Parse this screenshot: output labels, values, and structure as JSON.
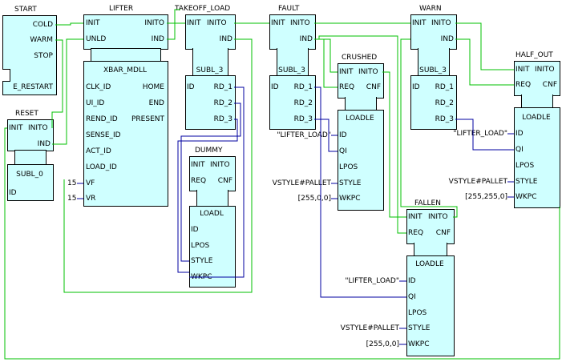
{
  "blocks": {
    "start": {
      "name": "START",
      "outputs": [
        "COLD",
        "WARM",
        "STOP",
        "E_RESTART"
      ]
    },
    "reset": {
      "name": "RESET",
      "inputs": [
        "INIT"
      ],
      "outputs": [
        "INITO",
        "IND"
      ],
      "type": "SUBL_0",
      "data_inputs": [
        "ID"
      ]
    },
    "lifter": {
      "name": "LIFTER",
      "event_in": [
        "INIT",
        "UNLD"
      ],
      "event_out": [
        "INITO",
        "IND"
      ],
      "type": "XBAR_MDLL",
      "data_in": [
        "CLK_ID",
        "UI_ID",
        "REND_ID",
        "SENSE_ID",
        "ACT_ID",
        "LOAD_ID",
        "VF",
        "VR"
      ],
      "data_out": [
        "HOME",
        "END",
        "PRESENT"
      ],
      "vf_value": "15",
      "vr_value": "15"
    },
    "takeoff": {
      "name": "TAKEOFF_LOAD",
      "event_in": "INIT",
      "event_out": [
        "INITO",
        "IND"
      ],
      "type": "SUBL_3",
      "data_in": [
        "ID"
      ],
      "data_out": [
        "RD_1",
        "RD_2",
        "RD_3"
      ]
    },
    "dummy": {
      "name": "DUMMY",
      "event_in": [
        "INIT",
        "REQ"
      ],
      "event_out": [
        "INITO",
        "CNF"
      ],
      "type": "LOADL",
      "data_in": [
        "ID",
        "LPOS",
        "STYLE",
        "WKPC"
      ]
    },
    "fault": {
      "name": "FAULT",
      "event_in": "INIT",
      "event_out": [
        "INITO",
        "IND"
      ],
      "type": "SUBL_3",
      "data_in": [
        "ID"
      ],
      "data_out": [
        "RD_1",
        "RD_2",
        "RD_3"
      ]
    },
    "crushed": {
      "name": "CRUSHED",
      "event_in": [
        "INIT",
        "REQ"
      ],
      "event_out": [
        "INITO",
        "CNF"
      ],
      "type": "LOADLE",
      "data_in": [
        "ID",
        "QI",
        "LPOS",
        "STYLE",
        "WKPC"
      ],
      "const_id": "\"LIFTER_LOAD\"",
      "const_style": "VSTYLE#PALLET",
      "const_wkpc": "[255,0,0]"
    },
    "fallen": {
      "name": "FALLEN",
      "event_in": [
        "INIT",
        "REQ"
      ],
      "event_out": [
        "INITO",
        "CNF"
      ],
      "type": "LOADLE",
      "data_in": [
        "ID",
        "QI",
        "LPOS",
        "STYLE",
        "WKPC"
      ],
      "const_id": "\"LIFTER_LOAD\"",
      "const_style": "VSTYLE#PALLET",
      "const_wkpc": "[255,0,0]"
    },
    "warn": {
      "name": "WARN",
      "event_in": "INIT",
      "event_out": [
        "INITO",
        "IND"
      ],
      "type": "SUBL_3",
      "data_in": [
        "ID"
      ],
      "data_out": [
        "RD_1",
        "RD_2",
        "RD_3"
      ]
    },
    "half_out": {
      "name": "HALF_OUT",
      "event_in": [
        "INIT",
        "REQ"
      ],
      "event_out": [
        "INITO",
        "CNF"
      ],
      "type": "LOADLE",
      "data_in": [
        "ID",
        "QI",
        "LPOS",
        "STYLE",
        "WKPC"
      ],
      "const_id": "\"LIFTER_LOAD\"",
      "const_style": "VSTYLE#PALLET",
      "const_wkpc": "[255,255,0]"
    }
  },
  "colors": {
    "block_fill": "#cfffff",
    "event_wire": "#00c000",
    "data_wire": "#0000a0",
    "outline": "#000000"
  }
}
